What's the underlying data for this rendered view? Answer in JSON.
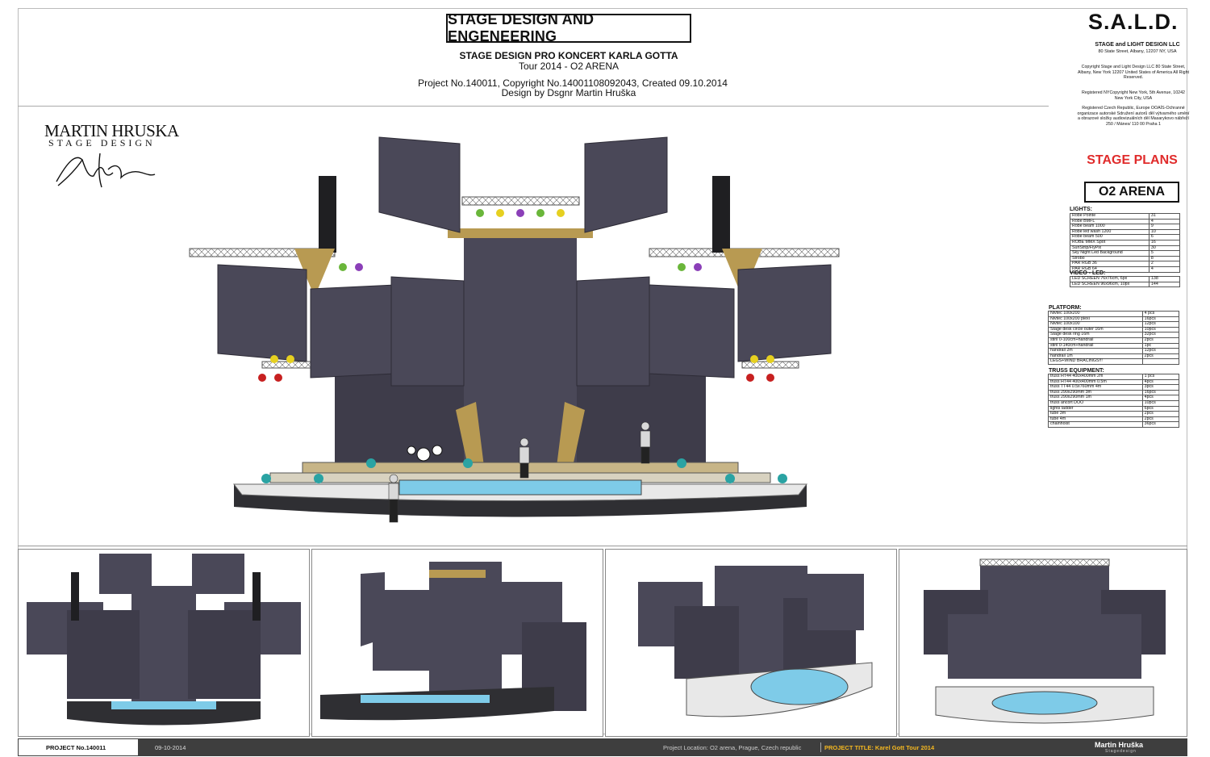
{
  "header": {
    "title": "STAGE DESIGN AND ENGENEERING",
    "subtitle": "STAGE DESIGN PRO KONCERT KARLA GOTTA",
    "tour": "Tour 2014 - O2 ARENA",
    "project_line": "Project No.140011, Copyright No.14001108092043, Created 09.10.2014",
    "designer": "Design by Dsgnr Martin Hruška"
  },
  "logo": {
    "name": "MARTIN HRUSKA",
    "tagline": "STAGE DESIGN"
  },
  "company": {
    "name": "S.A.L.D.",
    "full_name": "STAGE and LIGHT DESIGN LLC",
    "address": "80 State Street, Albany, 12207 NY, USA",
    "copyright1": "Copyright Stage and Light Design LLC 80 State Street, Albany, New York 12207 United States of America All Right Reserved.",
    "copyright2": "Registered NYCopyright New York, 5th Avenue, 10242 New York City, USA",
    "copyright3": "Registered Czech Republic, Europe OOAÍS-Ochranné organizace autorské Sdružení autorů děl výtvarného umění a obrazové složky audiovizuálních děl Masarykovo nábřeží 250 / Mánes/ 110 00 Praha 1"
  },
  "sidebar": {
    "stage_plans": "STAGE PLANS",
    "venue": "O2 ARENA",
    "lights_title": "LIGHTS:",
    "lights": [
      [
        "Robe Pointe",
        "31"
      ],
      [
        "Robe BMFL",
        "4"
      ],
      [
        "Robe beam 1000",
        "9"
      ],
      [
        "Robe led wash 1200",
        "10"
      ],
      [
        "Robe beam 500",
        "6"
      ],
      [
        "ROBE MMX Spot",
        "16"
      ],
      [
        "SunStrip/FlyPix",
        "30"
      ],
      [
        "Sky Night Led Background",
        "5"
      ],
      [
        "Strobo",
        "8"
      ],
      [
        "PAR RGB 36",
        "2"
      ],
      [
        "PAR RGB 64",
        "4"
      ]
    ],
    "video_title": "VIDEO - LED:",
    "video": [
      [
        "LED SCREEN 76x76cm, 6px",
        "138"
      ],
      [
        "LED SCREEN 96x96cm, 10px",
        "144"
      ]
    ],
    "platform_title": "PLATFORM:",
    "platform": [
      [
        "Nivtec 100x200",
        "4 pcs"
      ],
      [
        "Nivtec 100x200 plexi",
        "16pcs"
      ],
      [
        "Nivtec 100x100",
        "12pcs"
      ],
      [
        "Stage desk circle outer 16m",
        "10pcs"
      ],
      [
        "Stage desk ring 16m",
        "32pcs"
      ],
      [
        "stiril 0-100cm+handrail",
        "2pcs"
      ],
      [
        "stiril 0-140cm+handrail",
        "1pc"
      ],
      [
        "handrail 2m",
        "12pcs"
      ],
      [
        "handrail 1m",
        "2pcs"
      ],
      [
        "LEGS+WIND BRACINGS!!!",
        ""
      ]
    ],
    "truss_title": "TRUSS EQUIPMENT:",
    "truss": [
      [
        "truss HT44 400x400mm 2m",
        "1 pcs"
      ],
      [
        "truss HT44 400x400mm 0.5m",
        "4pcs"
      ],
      [
        "truss TT44 0.5x760mm 4m",
        "3pcs"
      ],
      [
        "truss 290x290mm 3m",
        "16pcs"
      ],
      [
        "truss 290x290mm 1m",
        "4pcs"
      ],
      [
        "truss ancort DOO",
        "10pcs"
      ],
      [
        "lights ladder",
        "6pcs"
      ],
      [
        "tube 3m",
        "2pcs"
      ],
      [
        "tube 4m",
        "2pcs"
      ],
      [
        "chainhoist",
        "36pcs"
      ]
    ]
  },
  "footer": {
    "project": "PROJECT No.140011",
    "date": "09-10-2014",
    "location": "Project Location: O2 arena, Prague, Czech  republic",
    "project_title": "PROJECT TITLE: Karel Gott Tour 2014",
    "brand": "Martin Hruška",
    "brand_sub": "Stagedesign"
  },
  "colors": {
    "screen": "#4a4858",
    "screen_dark": "#3c3a48",
    "gold": "#b89a52",
    "water": "#7ecbe8",
    "accent_red": "#e02b2b",
    "footer_bg": "#3e3e3e",
    "footer_title": "#f5b820"
  }
}
